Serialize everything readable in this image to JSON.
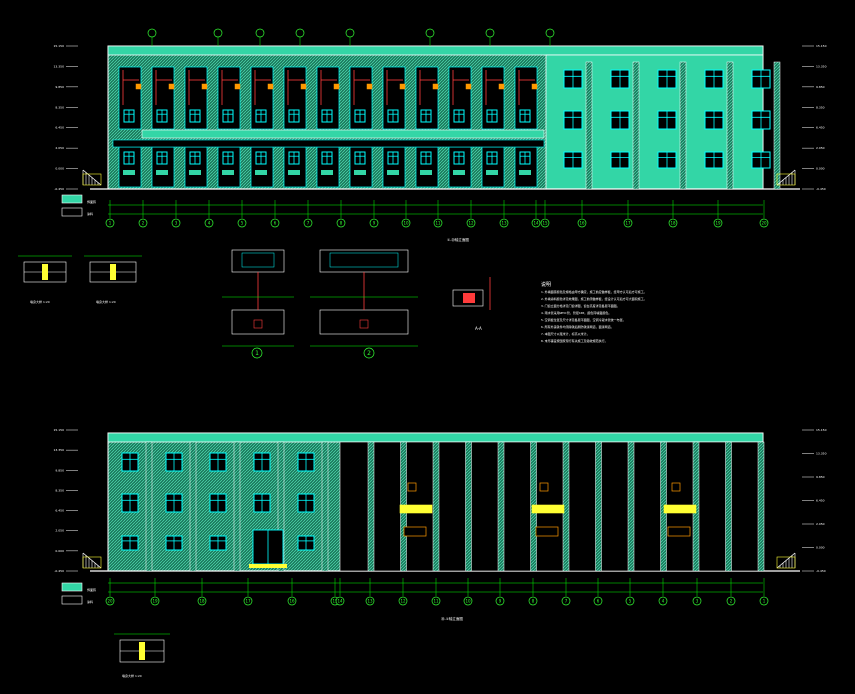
{
  "drawing": {
    "background": "#000000",
    "colors": {
      "wall_fill": "#33d6a6",
      "outline": "#ffffff",
      "window": "#00ffff",
      "accent_red": "#ff3b3b",
      "accent_orange": "#ff9900",
      "accent_yellow": "#ffff33",
      "dim_green": "#00ff00",
      "axis_circle": "#33ff33",
      "text": "#ffffff"
    }
  },
  "top_elevation": {
    "axis_labels": [
      "1",
      "2",
      "3",
      "4",
      "5",
      "6",
      "7",
      "8",
      "9",
      "10",
      "11",
      "12",
      "13",
      "14",
      "15",
      "16",
      "17",
      "18",
      "19",
      "20"
    ],
    "level_marks_left": [
      "15.150",
      "13.350",
      "9.850",
      "8.350",
      "6.450",
      "2.050",
      "0.000",
      "-0.450"
    ],
    "level_marks_right": [
      "15.150",
      "13.350",
      "9.850",
      "8.350",
      "6.450",
      "2.050",
      "0.000",
      "-0.450"
    ],
    "legend": [
      "饰面砖",
      "涂料"
    ],
    "title": "①-⑳轴立面图"
  },
  "bottom_elevation": {
    "axis_labels": [
      "20",
      "19",
      "18",
      "17",
      "16",
      "15",
      "14",
      "13",
      "12",
      "11",
      "10",
      "9",
      "8",
      "7",
      "6",
      "5",
      "4",
      "3",
      "2",
      "1"
    ],
    "level_marks_left": [
      "15.150",
      "13.350",
      "9.850",
      "8.350",
      "6.450",
      "2.050",
      "0.000",
      "-0.450"
    ],
    "level_marks_right": [
      "15.150",
      "13.350",
      "9.850",
      "6.450",
      "2.050",
      "0.000",
      "-0.450"
    ],
    "legend": [
      "饰面砖",
      "涂料"
    ],
    "title": "⑳-①轴立面图"
  },
  "details": {
    "labels": [
      "1",
      "2"
    ],
    "small_titles": [
      "墙身大样 1:20",
      "墙身大样 1:20",
      "A-A",
      "墙身大样 1:20"
    ]
  },
  "notes": {
    "title": "说明",
    "lines": [
      "1.外墙面砖颜色及规格由甲方确定，施工前应做样板，经甲方认可后方可施工。",
      "2.外墙涂料颜色详见效果图，施工前须做样板，经设计认可后方可大面积施工。",
      "3.门窗立面分格详见门窗详图，窗台高度详见各层平面图。",
      "4.雨水管采用UPVC管，管径100，颜色同墙面颜色。",
      "5.空调板位置及尺寸详见各层平面图，空调冷凝水管统一布置。",
      "6.所有外露铁件均须除锈后刷防锈漆两道，面漆两道。",
      "7.本图尺寸以毫米计，标高以米计。",
      "8.未尽事宜按国家现行有关施工及验收规范执行。"
    ]
  }
}
